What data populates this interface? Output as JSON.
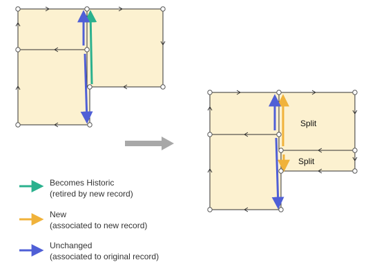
{
  "colors": {
    "parcel_fill": "#fcf1d0",
    "parcel_stroke": "#2f2f2f",
    "vertex_fill": "#ffffff",
    "transition_arrow": "#a8a8a8",
    "historic": "#2bb18e",
    "new": "#f0b23a",
    "unchanged": "#4f5fd6"
  },
  "labels": {
    "split_top": "Split",
    "split_bottom": "Split"
  },
  "legend": [
    {
      "key": "historic",
      "title": "Becomes Historic",
      "subtitle": "(retired by new record)",
      "color": "#2bb18e"
    },
    {
      "key": "new",
      "title": "New",
      "subtitle": "(associated to new record)",
      "color": "#f0b23a"
    },
    {
      "key": "unchanged",
      "title": "Unchanged",
      "subtitle": "(associated to original record)",
      "color": "#4f5fd6"
    }
  ]
}
